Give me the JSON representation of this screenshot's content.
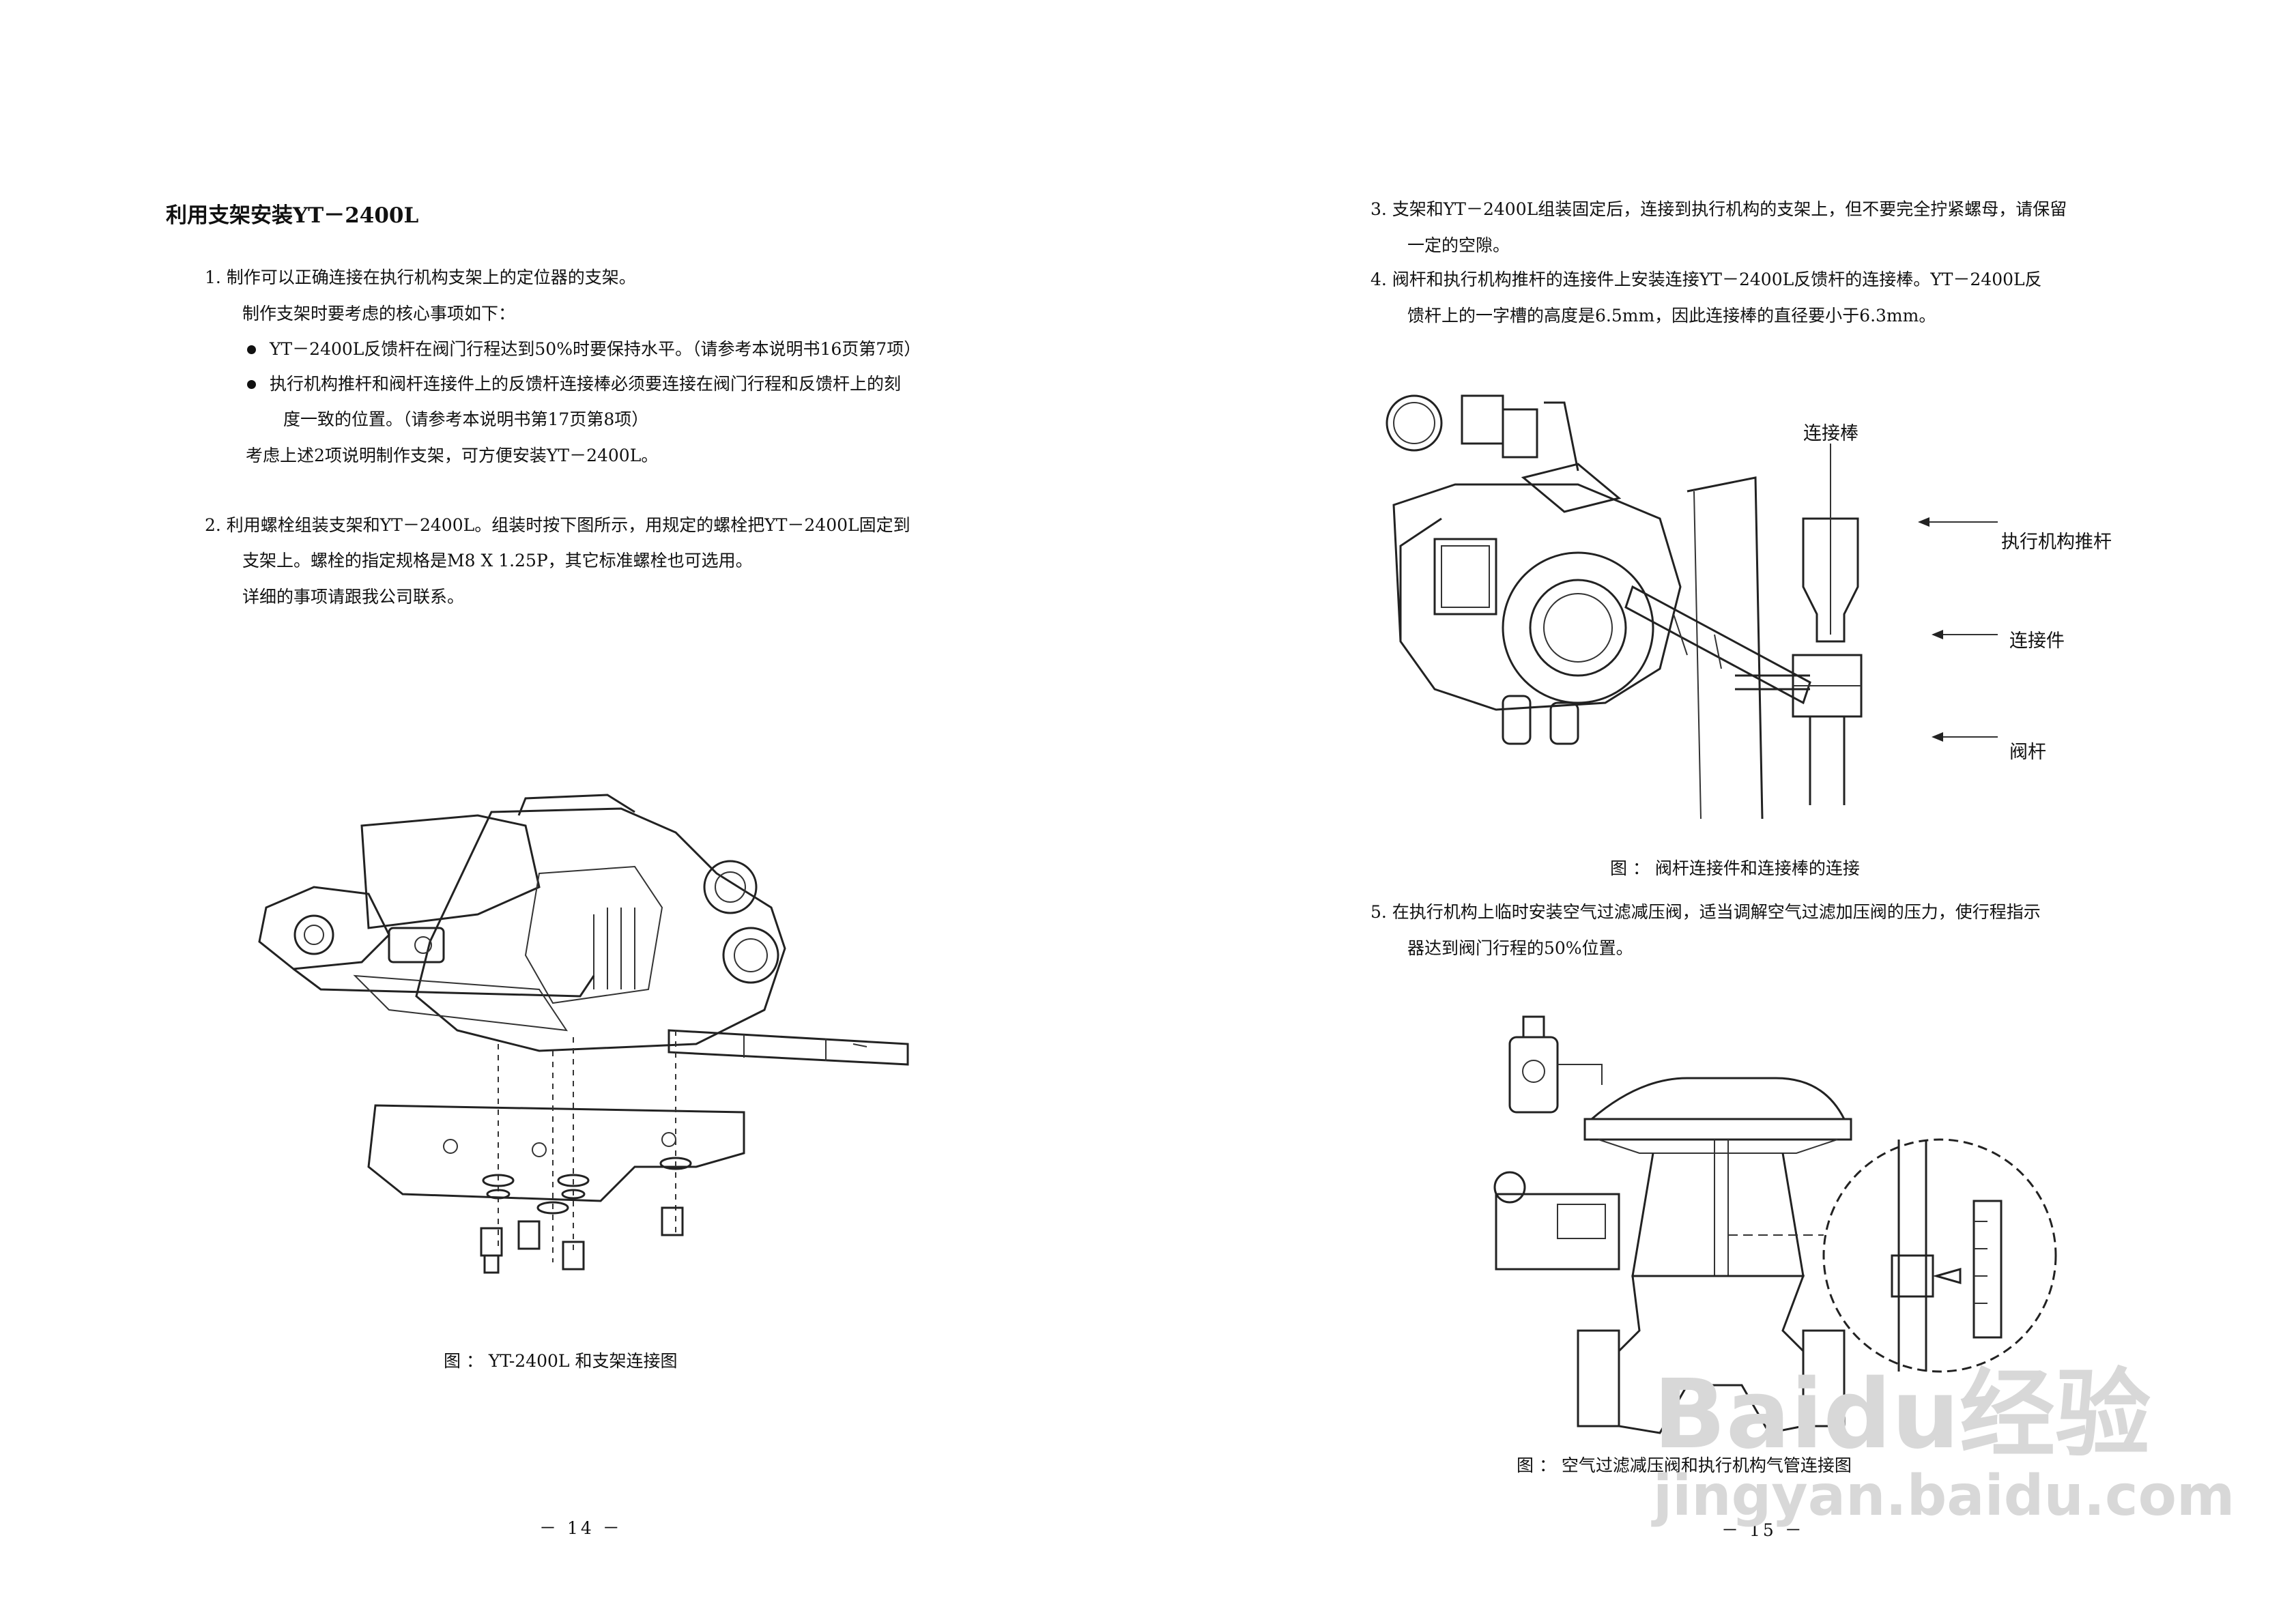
{
  "left": {
    "title": "利用支架安装YT－2400L",
    "item1": {
      "line1": "1.   制作可以正确连接在执行机构支架上的定位器的支架。",
      "line2": "制作支架时要考虑的核心事项如下：",
      "bullet1": "YT－2400L反馈杆在阀门行程达到50%时要保持水平。（请参考本说明书16页第7项）",
      "bullet2a": "执行机构推杆和阀杆连接件上的反馈杆连接棒必须要连接在阀门行程和反馈杆上的刻",
      "bullet2b": "度一致的位置。（请参考本说明书第17页第8项）",
      "line5": "考虑上述2项说明制作支架，可方便安装YT－2400L。"
    },
    "item2": {
      "line1": "2.   利用螺栓组装支架和YT－2400L。组装时按下图所示，用规定的螺栓把YT－2400L固定到",
      "line2": "支架上。螺栓的指定规格是M8 X 1.25P，其它标准螺栓也可选用。",
      "line3": "详细的事项请跟我公司联系。"
    },
    "figure_caption": "图 ： YT-2400L 和支架连接图",
    "page_number": "－ 14 －"
  },
  "right": {
    "item3": {
      "line1": "3.   支架和YT－2400L组装固定后，连接到执行机构的支架上，但不要完全拧紧螺母，请保留",
      "line2": "一定的空隙。"
    },
    "item4": {
      "line1": "4.   阀杆和执行机构推杆的连接件上安装连接YT－2400L反馈杆的连接棒。YT－2400L反",
      "line2": "馈杆上的一字槽的高度是6.5mm，因此连接棒的直径要小于6.3mm。"
    },
    "figure1": {
      "label_rod": "连接棒",
      "label_actuator_stem": "执行机构推杆",
      "label_connector": "连接件",
      "label_valve_stem": "阀杆",
      "caption": "图 ： 阀杆连接件和连接棒的连接"
    },
    "item5": {
      "line1": "5.   在执行机构上临时安装空气过滤减压阀，适当调解空气过滤加压阀的压力，使行程指示",
      "line2": "器达到阀门行程的50%位置。"
    },
    "figure2": {
      "caption": "图 ： 空气过滤减压阀和执行机构气管连接图"
    },
    "page_number": "－ 15 －"
  },
  "watermark": {
    "logo": "Baidu经验",
    "url": "jingyan.baidu.com"
  }
}
